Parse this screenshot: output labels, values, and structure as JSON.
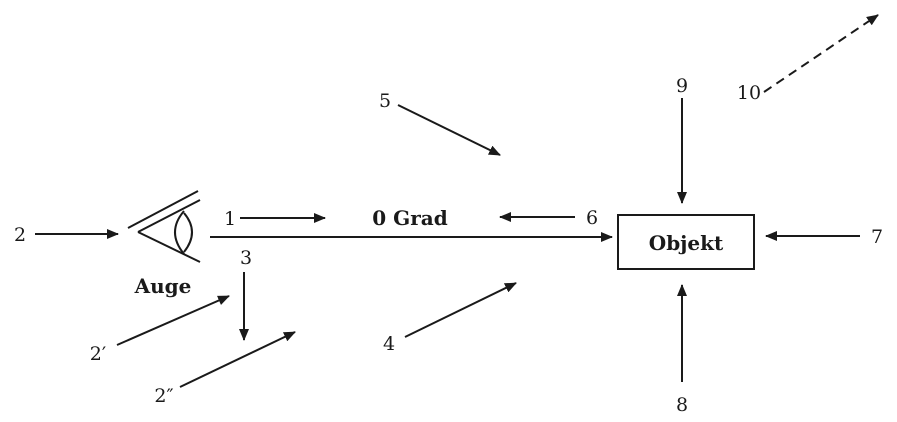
{
  "labels": {
    "n1": "1",
    "n2": "2",
    "n2p": "2′",
    "n2pp": "2″",
    "n3": "3",
    "n4": "4",
    "n5": "5",
    "n6": "6",
    "n7": "7",
    "n8": "8",
    "n9": "9",
    "n10": "10",
    "eye": "Auge",
    "angle": "0 Grad",
    "object": "Objekt"
  },
  "colors": {
    "ink": "#1a1a1a",
    "background": "#ffffff"
  },
  "icons": {
    "eye": "eye-icon"
  }
}
